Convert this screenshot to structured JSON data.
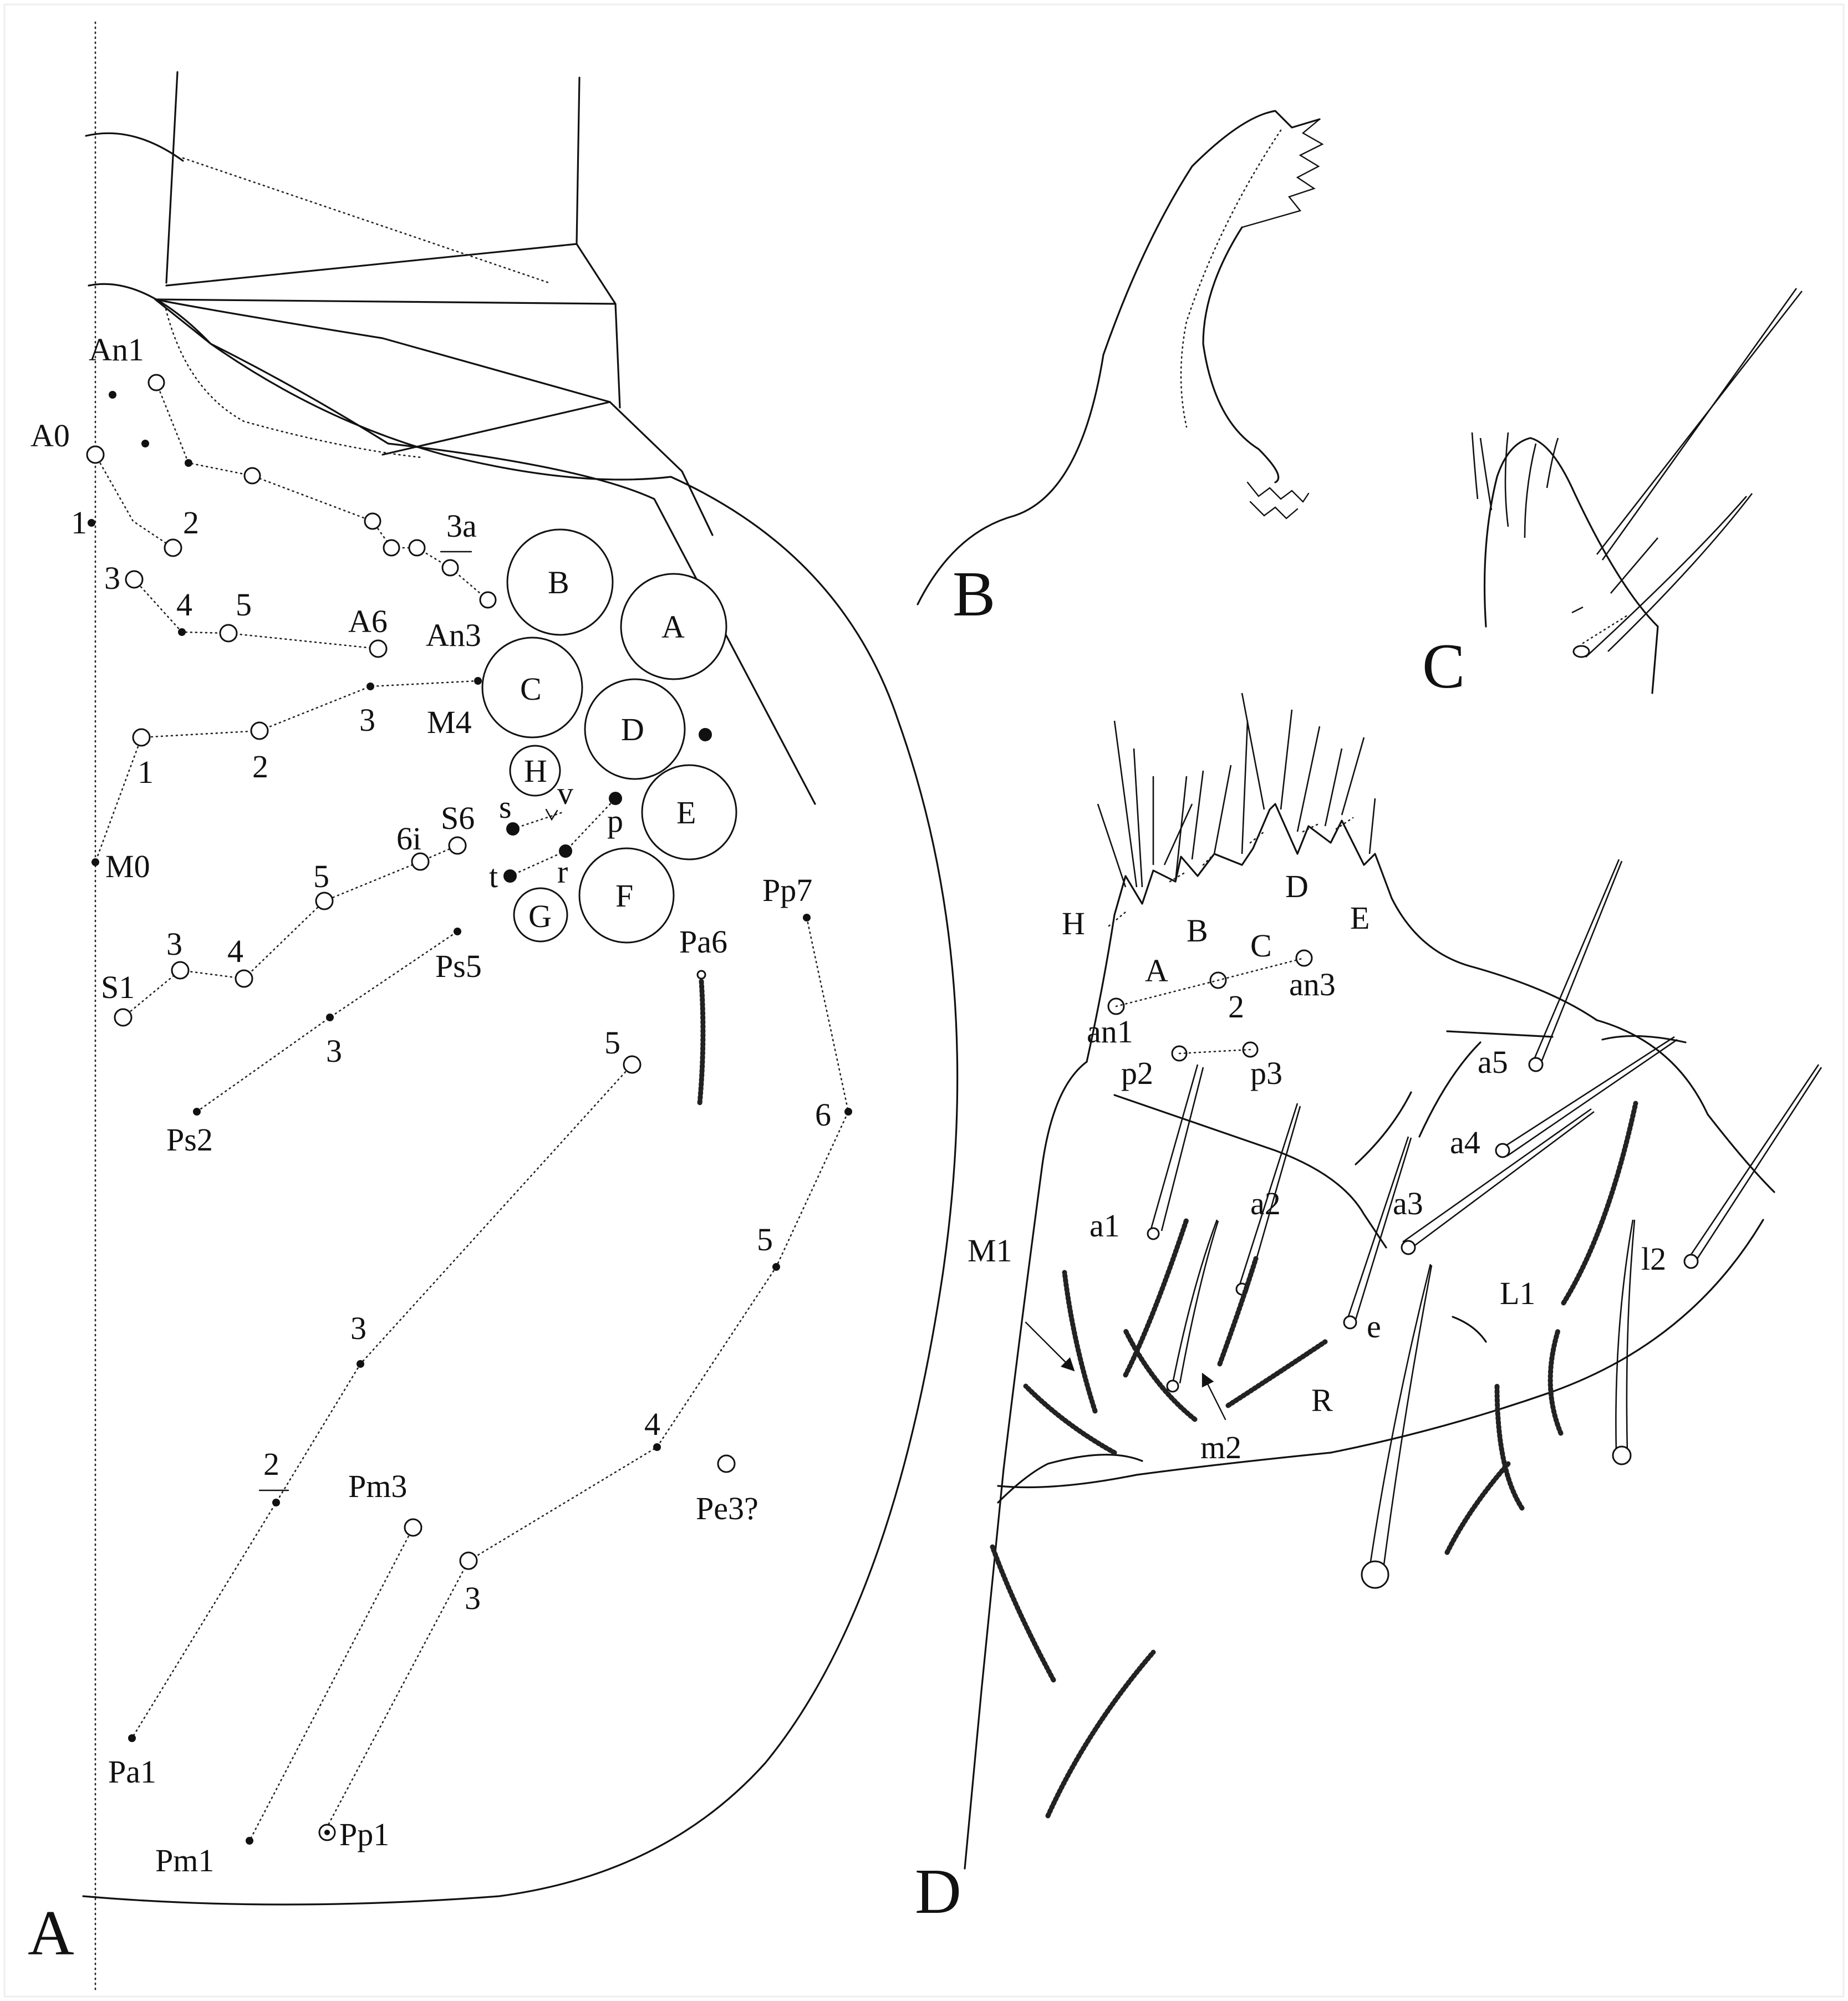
{
  "panels": {
    "A": "A",
    "B": "B",
    "C": "C",
    "D": "D"
  },
  "eyes": [
    "A",
    "B",
    "C",
    "D",
    "E",
    "F",
    "G",
    "H"
  ],
  "labels_A": {
    "An1": "An1",
    "A0": "A0",
    "one_a": "1",
    "two_a": "2",
    "three_a": "3",
    "four_a": "4",
    "five_a": "5",
    "A6": "A6",
    "An3": "An3",
    "three_a_sub": "3a",
    "M4": "M4",
    "three_m": "3",
    "two_m": "2",
    "one_m": "1",
    "M0": "M0",
    "S1": "S1",
    "three_s": "3",
    "four_s": "4",
    "five_s": "5",
    "six_i": "6i",
    "S6": "S6",
    "s": "s",
    "v": "v",
    "p": "p",
    "t": "t",
    "r": "r",
    "Ps5": "Ps5",
    "three_ps": "3",
    "Ps2": "Ps2",
    "Pa6": "Pa6",
    "five_pa": "5",
    "Pp7": "Pp7",
    "six_pp": "6",
    "five_pp": "5",
    "three_pa": "3",
    "two_pa": "2",
    "Pm3": "Pm3",
    "four_pp": "4",
    "Pe3": "Pe3?",
    "three_pp": "3",
    "Pa1": "Pa1",
    "Pm1": "Pm1",
    "Pp1": "Pp1"
  },
  "labels_D": {
    "H": "H",
    "A": "A",
    "B": "B",
    "C": "C",
    "D": "D",
    "E": "E",
    "an1": "an1",
    "two": "2",
    "an3": "an3",
    "p2": "p2",
    "p3": "p3",
    "a1": "a1",
    "a2": "a2",
    "a3": "a3",
    "a4": "a4",
    "a5": "a5",
    "M1": "M1",
    "m2": "m2",
    "R": "R",
    "e": "e",
    "L1": "L1",
    "l2": "l2"
  }
}
